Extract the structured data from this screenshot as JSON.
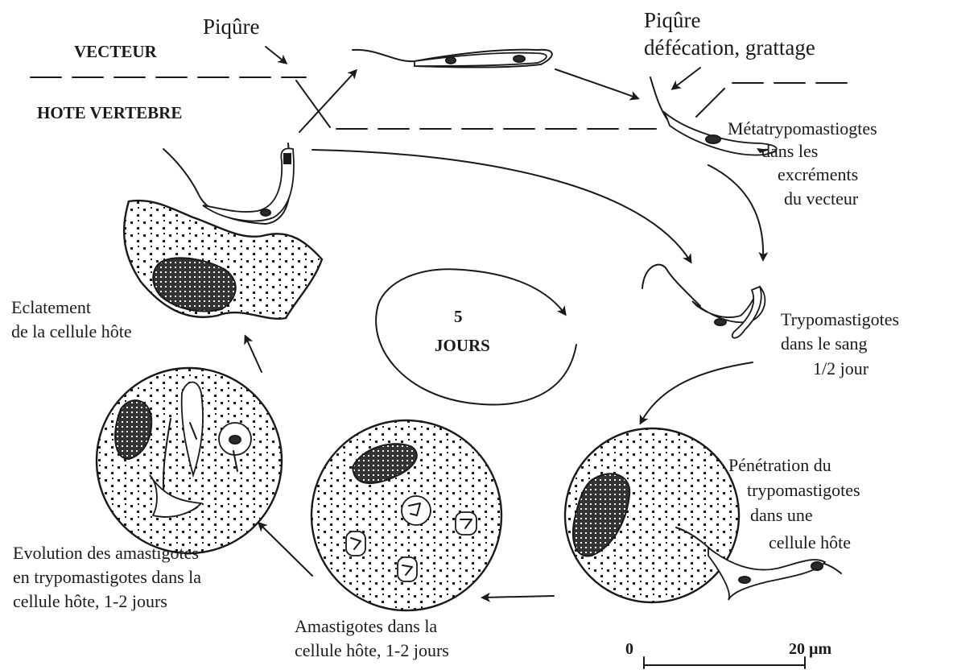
{
  "zones": {
    "vector": "VECTEUR",
    "host": "HOTE VERTEBRE"
  },
  "labels": {
    "bite1": "Piqûre",
    "bite2": "Piqûre",
    "bite2_sub": "défécation, grattage",
    "meta_1": "Métatrypomastiogtes",
    "meta_2": "dans les",
    "meta_3": "excréments",
    "meta_4": "du vecteur",
    "trypo_1": "Trypomastigotes",
    "trypo_2": "dans le sang",
    "trypo_3": "1/2 jour",
    "pen_1": "Pénétration du",
    "pen_2": "trypomastigotes",
    "pen_3": "dans une",
    "pen_4": "cellule hôte",
    "ama_1": "Amastigotes dans la",
    "ama_2": "cellule hôte, 1-2 jours",
    "evo_1": "Evolution des amastigotes",
    "evo_2": "en trypomastigotes dans la",
    "evo_3": "cellule hôte, 1-2 jours",
    "burst_1": "Eclatement",
    "burst_2": "de la cellule hôte",
    "cycle_num": "5",
    "cycle_unit": "JOURS"
  },
  "scale": {
    "zero": "0",
    "max": "20 µm"
  }
}
